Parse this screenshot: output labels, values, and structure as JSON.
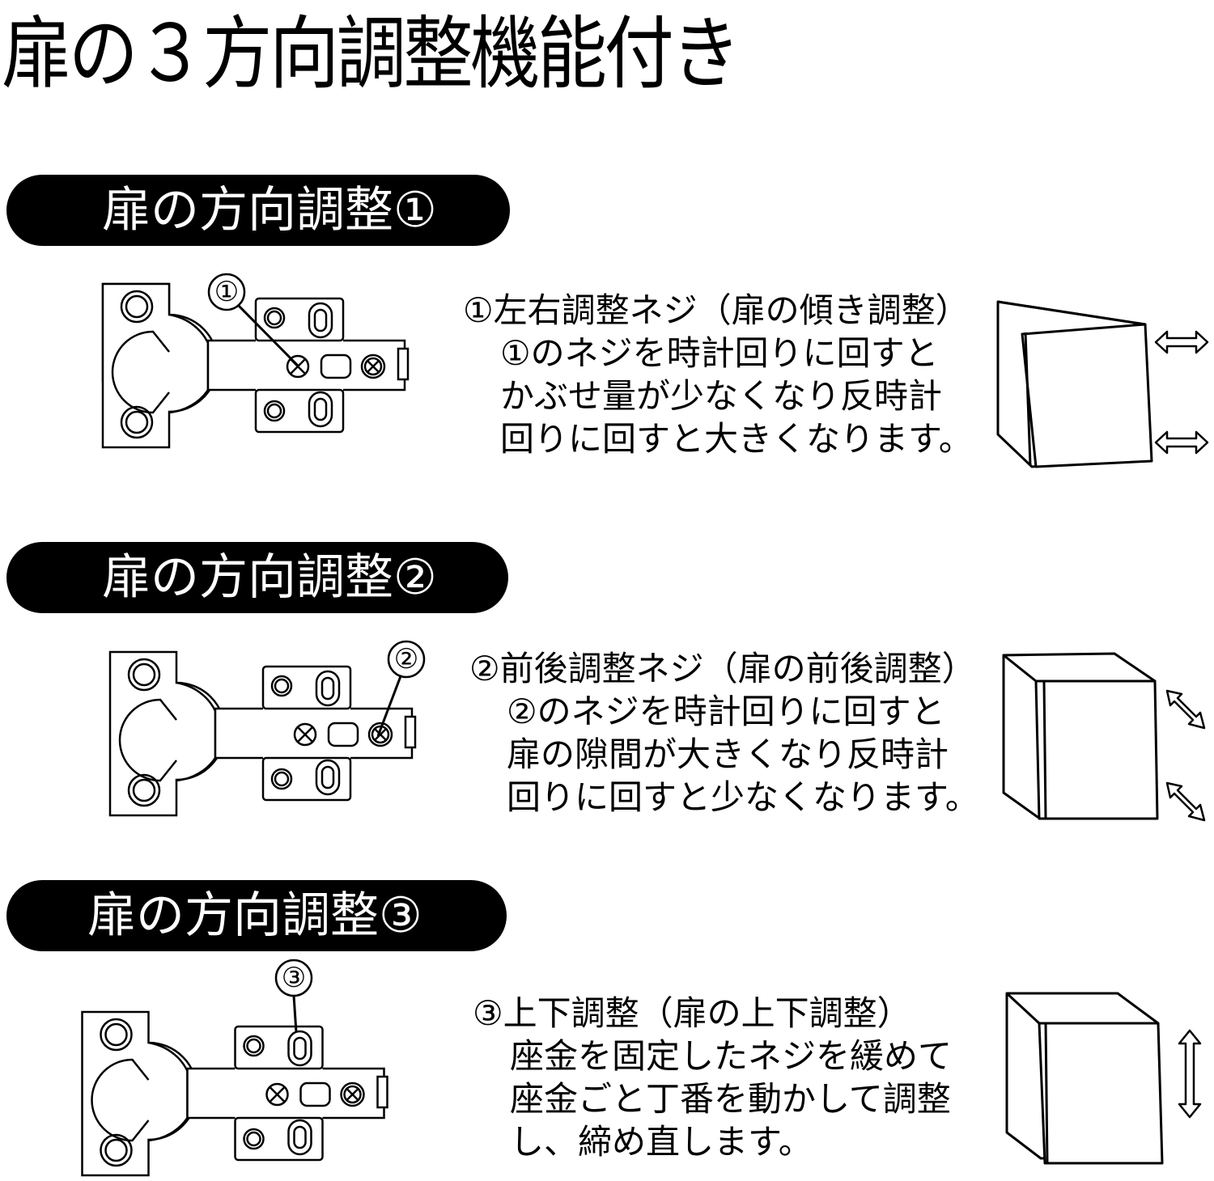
{
  "page": {
    "title": "扉の３方向調整機能付き"
  },
  "sections": [
    {
      "heading": "扉の方向調整①",
      "callout_marker": "①",
      "description": [
        "①左右調整ネジ（扉の傾き調整）",
        "①のネジを時計回りに回すと",
        "かぶせ量が少なくなり反時計",
        "回りに回すと大きくなります。"
      ]
    },
    {
      "heading": "扉の方向調整②",
      "callout_marker": "②",
      "description": [
        "②前後調整ネジ（扉の前後調整）",
        "②のネジを時計回りに回すと",
        "扉の隙間が大きくなり反時計",
        "回りに回すと少なくなります。"
      ]
    },
    {
      "heading": "扉の方向調整③",
      "callout_marker": "③",
      "description": [
        "③上下調整（扉の上下調整）",
        "座金を固定したネジを緩めて",
        "座金ごと丁番を動かして調整",
        "し、締め直します。"
      ]
    }
  ],
  "icons": {
    "hinge": "concealed-hinge-icon",
    "cabinet": "cabinet-door-icon",
    "horizontal_arrow": "double-arrow-horizontal-icon",
    "diagonal_arrow": "double-arrow-diagonal-icon",
    "vertical_arrow": "double-arrow-vertical-icon"
  },
  "colors": {
    "ink": "#000000",
    "paper": "#ffffff"
  }
}
